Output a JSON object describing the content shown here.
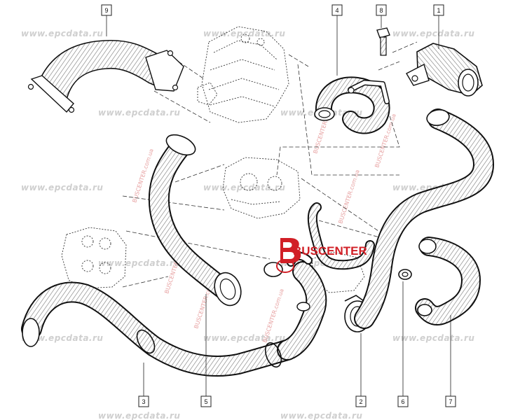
{
  "diagram": {
    "callouts": [
      "1",
      "2",
      "3",
      "4",
      "5",
      "6",
      "7",
      "8",
      "9"
    ],
    "watermark": "www.epcdata.ru",
    "side_watermark": "BUSCENTER.com.ua",
    "logo": {
      "text": "BUSCENTER",
      "color": "#d11f26"
    }
  }
}
